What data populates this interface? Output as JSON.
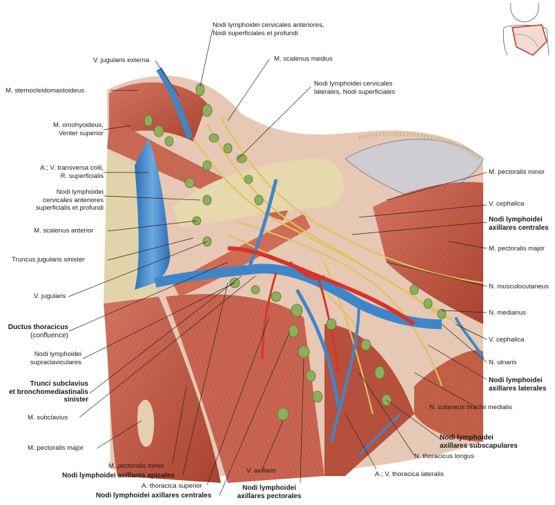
{
  "labels": {
    "l1": [
      "Nodi lymphoidei cervicales anteriores,",
      "Nodi superficiales et profundi"
    ],
    "l2": [
      "V. jugularis externa"
    ],
    "l3": [
      "M. scalenus medius"
    ],
    "l4": [
      "Nodi lymphoidei cervicales",
      "laterales, Nodi superficiales"
    ],
    "l5": [
      "M. sternocleidomastoideus"
    ],
    "l6": [
      "M. omohyoideus,",
      "Venter superior"
    ],
    "l7": [
      "A.; V. transversa colli,",
      "R. superficialis"
    ],
    "l8": [
      "Nodi lymphoidei",
      "cervicales anteriores",
      "superficialis et profundi"
    ],
    "l9": [
      "M. scalenus anterior"
    ],
    "l10": [
      "Truncus jugularis sinister"
    ],
    "l11": [
      "V. jugularis"
    ],
    "l12": [
      "Ductus thoracicus",
      "(confluence)"
    ],
    "l13": [
      "Nodi lymphoidei",
      "supraclaviculares"
    ],
    "l14": [
      "Trunci subclavius",
      "et bronchomediastinalis",
      "sinister"
    ],
    "l15": [
      "M. subclavius"
    ],
    "l16": [
      "M. pectoralis major"
    ],
    "l17": [
      "M. pectoralis minor"
    ],
    "l18": [
      "Nodi lymphoidei axillares apicales"
    ],
    "l19": [
      "A. thoracica superior"
    ],
    "l20": [
      "Nodi lymphoidei axillares centrales"
    ],
    "l21": [
      "V. axillaris"
    ],
    "l22": [
      "Nodi lymphoidei",
      "axillares pectorales"
    ],
    "l23": [
      "A.; V. thoracica lateralis"
    ],
    "l24": [
      "N. thoracicus longus"
    ],
    "l25": [
      "Nodi lymphoidei",
      "axillares subscapulares"
    ],
    "l26": [
      "N. cutaneus brachii medialis"
    ],
    "l27": [
      "Nodi lymphoidei",
      "axillares laterales"
    ],
    "l28": [
      "N. ulnaris"
    ],
    "l29": [
      "V. cephalica"
    ],
    "l30": [
      "N. medianus"
    ],
    "l31": [
      "N. musculocutaneus"
    ],
    "l32": [
      "M. pectoralis major"
    ],
    "l33": [
      "Nodi lymphoidei",
      "axillares centrales"
    ],
    "l34": [
      "V. cephalica"
    ],
    "l35": [
      "M. pectoralis minor"
    ]
  },
  "colors": {
    "muscle": "#c65a48",
    "muscle_dark": "#9e3a2c",
    "vein": "#3f86c9",
    "artery": "#d8332b",
    "node": "#8fae5a",
    "nerve": "#e0c25a",
    "fascia": "#e9ddb8"
  }
}
